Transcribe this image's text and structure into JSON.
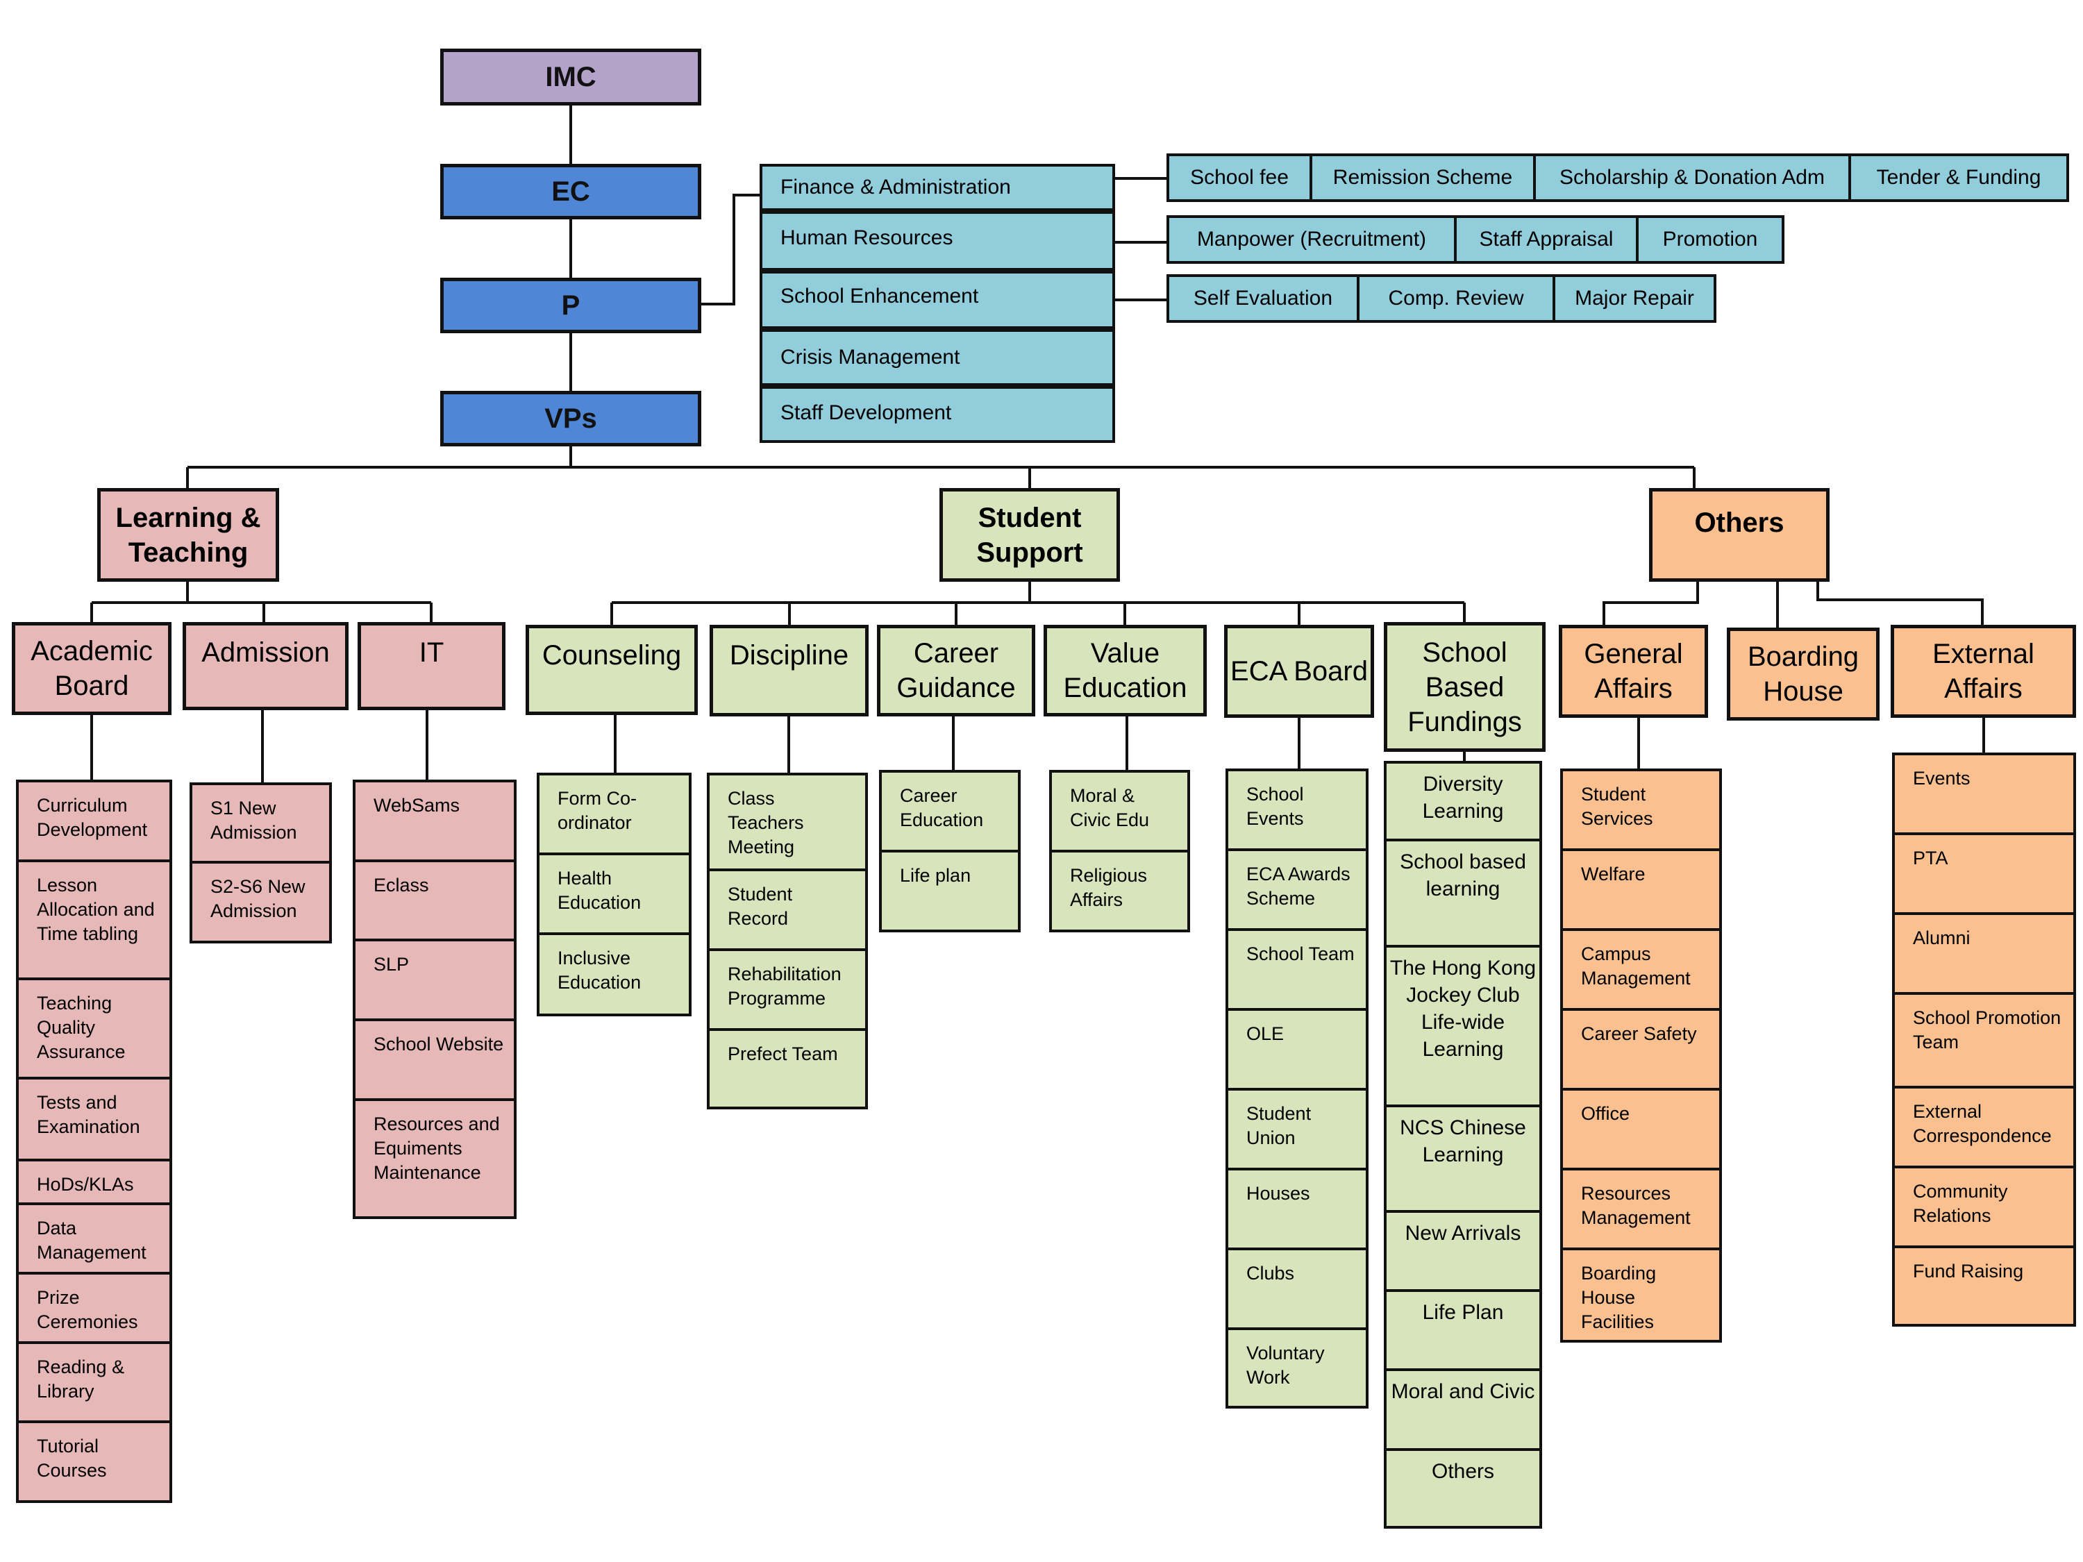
{
  "management": {
    "imc": "IMC",
    "ec": "EC",
    "p": "P",
    "vps": "VPs"
  },
  "p_functions": [
    "Finance & Administration",
    "Human Resources",
    "School Enhancement",
    "Crisis Management",
    "Staff Development"
  ],
  "p_subfunctions": {
    "finance": [
      "School fee",
      "Remission Scheme",
      "Scholarship & Donation Adm",
      "Tender & Funding"
    ],
    "human_resources": [
      "Manpower (Recruitment)",
      "Staff Appraisal",
      "Promotion"
    ],
    "school_enhancement": [
      "Self Evaluation",
      "Comp. Review",
      "Major Repair"
    ]
  },
  "categories": {
    "learning": "Learning & Teaching",
    "student_support": "Student Support",
    "others": "Others"
  },
  "departments": {
    "academic_board": {
      "title": "Academic Board",
      "items": [
        "Curriculum Development",
        "Lesson Allocation and Time tabling",
        "Teaching Quality Assurance",
        "Tests and Examination",
        "HoDs/KLAs",
        "Data Management",
        "Prize Ceremonies",
        "Reading & Library",
        "Tutorial Courses"
      ]
    },
    "admission": {
      "title": "Admission",
      "items": [
        "S1 New Admission",
        "S2-S6 New Admission"
      ]
    },
    "it": {
      "title": "IT",
      "items": [
        "WebSams",
        "Eclass",
        "SLP",
        "School Website",
        "Resources and Equiments Maintenance"
      ]
    },
    "counseling": {
      "title": "Counseling",
      "items": [
        "Form Co-ordinator",
        "Health Education",
        "Inclusive Education"
      ]
    },
    "discipline": {
      "title": "Discipline",
      "items": [
        "Class Teachers Meeting",
        "Student Record",
        "Rehabilitation Programme",
        "Prefect Team"
      ]
    },
    "career_guidance": {
      "title": "Career Guidance",
      "items": [
        "Career Education",
        "Life plan"
      ]
    },
    "value_education": {
      "title": "Value Education",
      "items": [
        "Moral & Civic Edu",
        "Religious Affairs"
      ]
    },
    "eca_board": {
      "title": "ECA Board",
      "items": [
        "School Events",
        "ECA Awards Scheme",
        "School Team",
        "OLE",
        "Student Union",
        "Houses",
        "Clubs",
        "Voluntary Work"
      ]
    },
    "school_based_fundings": {
      "title": "School Based Fundings",
      "items": [
        "Diversity Learning",
        "School based learning",
        "The Hong Kong Jockey Club Life-wide Learning",
        "NCS Chinese Learning",
        "New Arrivals",
        "Life Plan",
        "Moral and Civic",
        "Others"
      ]
    },
    "general_affairs": {
      "title": "General Affairs",
      "items": [
        "Student Services",
        "Welfare",
        "Campus Management",
        "Career Safety",
        "Office",
        "Resources Management",
        "Boarding House Facilities"
      ]
    },
    "boarding_house": {
      "title": "Boarding House",
      "items": []
    },
    "external_affairs": {
      "title": "External Affairs",
      "items": [
        "Events",
        "PTA",
        "Alumni",
        "School Promotion Team",
        "External Correspondence",
        "Community Relations",
        "Fund Raising"
      ]
    }
  },
  "colors": {
    "imc": "#b3a2c9",
    "management": "#4f86d6",
    "functions": "#92cddc",
    "learning": "#e6b8b7",
    "student_support": "#d8e4bc",
    "others": "#fac090"
  }
}
